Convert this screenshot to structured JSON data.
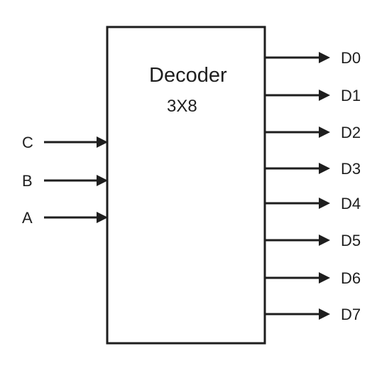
{
  "block": {
    "title": "Decoder",
    "subtitle": "3X8"
  },
  "inputs": [
    {
      "label": "C"
    },
    {
      "label": "B"
    },
    {
      "label": "A"
    }
  ],
  "outputs": [
    {
      "label": "D0"
    },
    {
      "label": "D1"
    },
    {
      "label": "D2"
    },
    {
      "label": "D3"
    },
    {
      "label": "D4"
    },
    {
      "label": "D5"
    },
    {
      "label": "D6"
    },
    {
      "label": "D7"
    }
  ],
  "colors": {
    "stroke": "#1e1e1e",
    "background": "#ffffff"
  }
}
